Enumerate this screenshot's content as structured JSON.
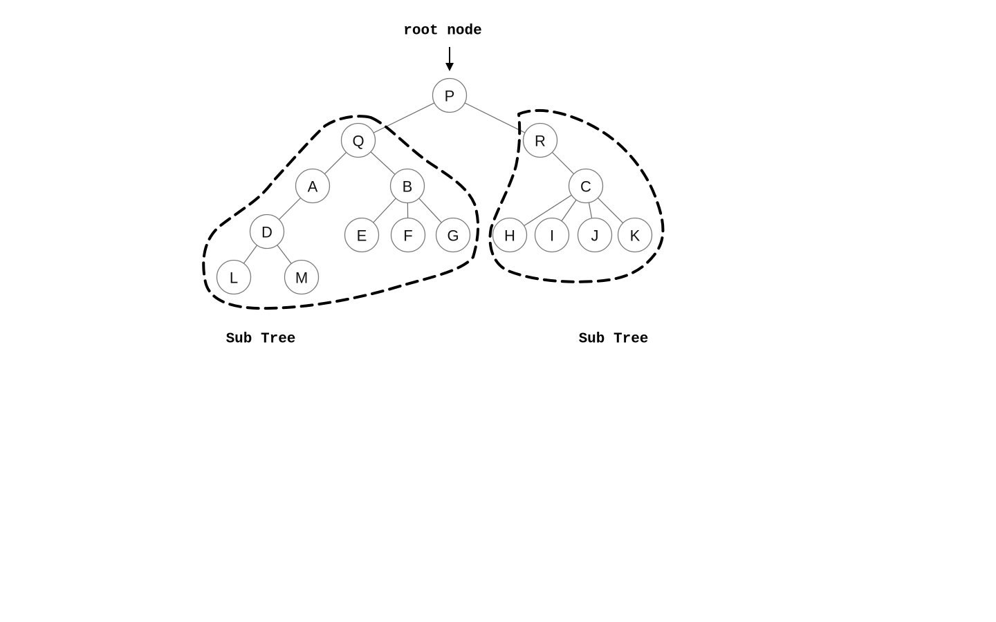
{
  "root_label": "root node",
  "subtree_labels": [
    "Sub Tree",
    "Sub Tree"
  ],
  "nodes": [
    {
      "id": "P",
      "label": "P"
    },
    {
      "id": "Q",
      "label": "Q"
    },
    {
      "id": "R",
      "label": "R"
    },
    {
      "id": "A",
      "label": "A"
    },
    {
      "id": "B",
      "label": "B"
    },
    {
      "id": "C",
      "label": "C"
    },
    {
      "id": "D",
      "label": "D"
    },
    {
      "id": "E",
      "label": "E"
    },
    {
      "id": "F",
      "label": "F"
    },
    {
      "id": "G",
      "label": "G"
    },
    {
      "id": "H",
      "label": "H"
    },
    {
      "id": "I",
      "label": "I"
    },
    {
      "id": "J",
      "label": "J"
    },
    {
      "id": "K",
      "label": "K"
    },
    {
      "id": "L",
      "label": "L"
    },
    {
      "id": "M",
      "label": "M"
    }
  ],
  "edges": [
    [
      "P",
      "Q"
    ],
    [
      "P",
      "R"
    ],
    [
      "Q",
      "A"
    ],
    [
      "Q",
      "B"
    ],
    [
      "A",
      "D"
    ],
    [
      "D",
      "L"
    ],
    [
      "D",
      "M"
    ],
    [
      "B",
      "E"
    ],
    [
      "B",
      "F"
    ],
    [
      "B",
      "G"
    ],
    [
      "R",
      "C"
    ],
    [
      "C",
      "H"
    ],
    [
      "C",
      "I"
    ],
    [
      "C",
      "J"
    ],
    [
      "C",
      "K"
    ]
  ]
}
